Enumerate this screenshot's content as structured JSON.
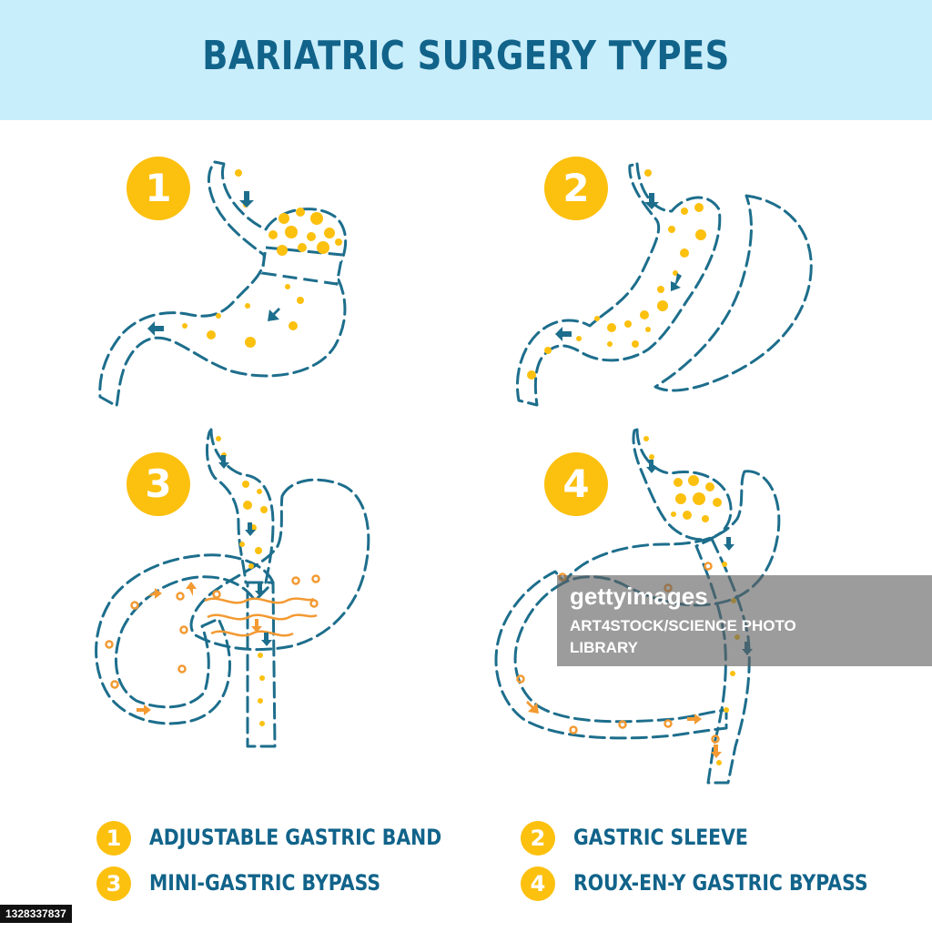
{
  "header": {
    "title": "BARIATRIC SURGERY TYPES"
  },
  "panels": [
    {
      "number": "1"
    },
    {
      "number": "2"
    },
    {
      "number": "3"
    },
    {
      "number": "4"
    }
  ],
  "legend": [
    {
      "number": "1",
      "label": "ADJUSTABLE GASTRIC BAND"
    },
    {
      "number": "2",
      "label": "GASTRIC SLEEVE"
    },
    {
      "number": "3",
      "label": "MINI-GASTRIC BYPASS"
    },
    {
      "number": "4",
      "label": "ROUX-EN-Y GASTRIC BYPASS"
    }
  ],
  "watermark": {
    "logo": "gettyimages",
    "credit": "ART4STOCK/SCIENCE PHOTO",
    "credit2": "LIBRARY"
  },
  "stock_id": "1328337837",
  "colors": {
    "header_bg": "#c9eefb",
    "title": "#11638a",
    "outline": "#1d6e8c",
    "yellow": "#fcc00f",
    "orange": "#f39a32"
  }
}
